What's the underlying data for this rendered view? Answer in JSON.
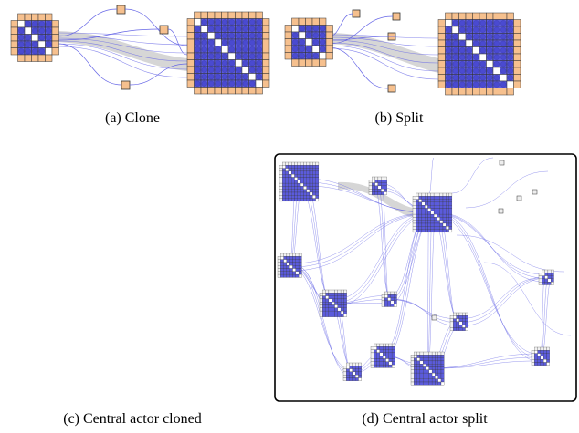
{
  "captions": {
    "a": "(a) Clone",
    "b": "(b) Split",
    "c": "(c) Central actor cloned",
    "d": "(d) Central actor split"
  },
  "colors": {
    "node_blue": "#5b5bdc",
    "cell_orange": "#f6c08e",
    "cell_border": "#333333",
    "edge_blue": "#6666e6",
    "edge_gray": "#cccccc",
    "matrix_gray": "#d8d8d8",
    "frame": "#000000"
  },
  "panels": {
    "a": {
      "left_matrix_n": 5,
      "right_matrix_n": 10,
      "clone_nodes": 3
    },
    "b": {
      "left_matrix_n": 5,
      "right_matrix_n": 10,
      "split_nodes": 4
    },
    "d": {
      "matrices_n": [
        12,
        5,
        12,
        7,
        8,
        4,
        5,
        7,
        5,
        4,
        5,
        10
      ],
      "single_nodes": 5
    }
  }
}
